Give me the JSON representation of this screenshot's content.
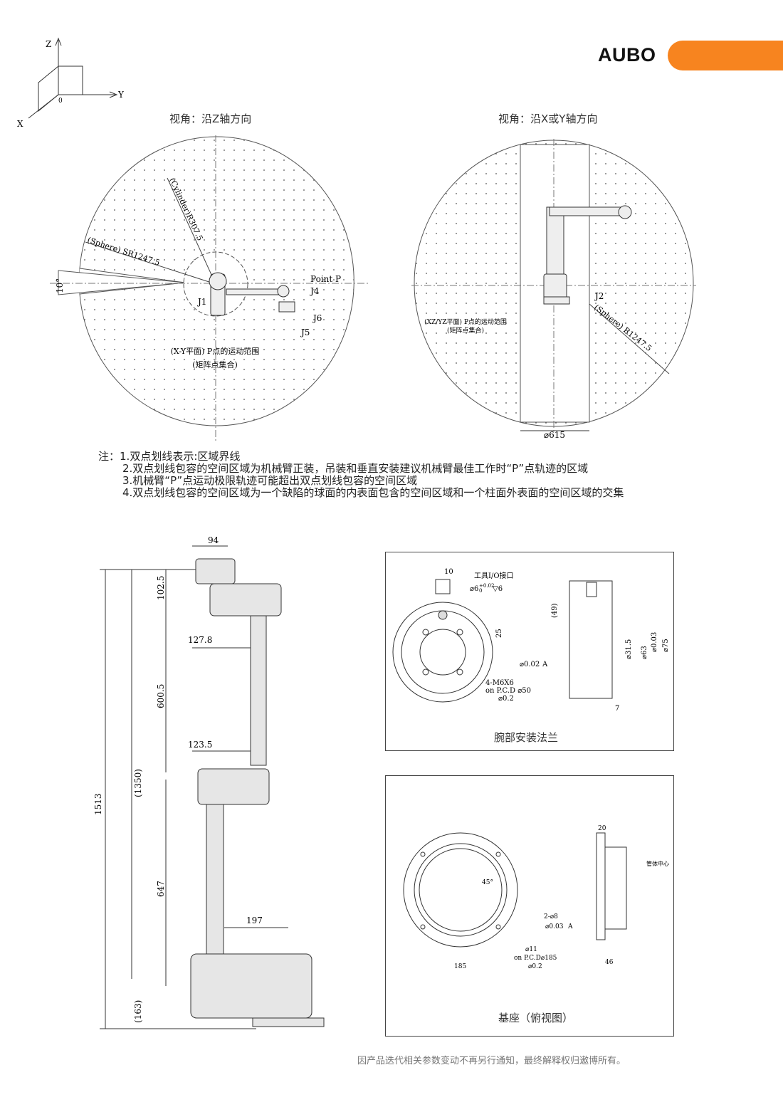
{
  "header": {
    "brand": "AUBO",
    "accent_color": "#f7841f"
  },
  "axes_icon": {
    "z": "Z",
    "y": "Y",
    "x": "X",
    "origin": "0"
  },
  "view_z": {
    "title": "视角：沿Z轴方向",
    "angle": "10°",
    "cylinder_label": "(Cylinder)R307.5",
    "sphere_label": "(Sphere) SR1247.5",
    "point_p": "Point P",
    "j1": "J1",
    "j4": "J4",
    "j5": "J5",
    "j6": "J6",
    "region_label": "(X-Y平面) P点的运动范围",
    "region_sub": "(矩阵点集合)"
  },
  "view_xy": {
    "title": "视角：沿X或Y轴方向",
    "j2": "J2",
    "sphere_label": "(Sphere) R1247.5",
    "region_label": "(XZ/YZ平面) P点的运动范围",
    "region_sub": "(矩阵点集合)",
    "diameter": "⌀615"
  },
  "notes": {
    "prefix": "注：",
    "items": [
      "1.双点划线表示:区域界线",
      "2.双点划线包容的空间区域为机械臂正装，吊装和垂直安装建议机械臂最佳工作时“P”点轨迹的区域",
      "3.机械臂“P”点运动极限轨迹可能超出双点划线包容的空间区域",
      "4.双点划线包容的空间区域为一个缺陷的球面的内表面包含的空间区域和一个柱面外表面的空间区域的交集"
    ]
  },
  "arm_dims": {
    "d94": "94",
    "d102_5": "102.5",
    "d127_8": "127.8",
    "d600_5": "600.5",
    "d123_5": "123.5",
    "d1350": "(1350)",
    "d1513": "1513",
    "d647": "647",
    "d197": "197",
    "d163": "(163)"
  },
  "flange": {
    "caption": "腕部安装法兰",
    "d10": "10",
    "io_label": "工具I/O接口",
    "hole": "⌀6",
    "tol_up": "+0.02",
    "tol_low": "0",
    "depth": "▽6",
    "d25": "25",
    "pos_tol": "⌀0.02",
    "datum": "A",
    "holes": "4-M6X6",
    "pcd": "on P.C.D ⌀50",
    "pos_tol2": "⌀0.2",
    "d49": "(49)",
    "d31_5": "⌀31.5",
    "d63": "⌀63",
    "d75": "⌀75",
    "conc": "⌀0.03",
    "d7": "7"
  },
  "base": {
    "caption": "基座（俯视图）",
    "angle": "45°",
    "pins": "2-⌀8",
    "pos1": "⌀0.03",
    "datum": "A",
    "hole11": "⌀11",
    "pcd": "on P.C.D⌀185",
    "pos2": "⌀0.2",
    "d185": "185",
    "d20": "20",
    "d46": "46",
    "center": "管体中心"
  },
  "footer": "因产品迭代相关参数变动不再另行通知，最终解释权归遨博所有。"
}
